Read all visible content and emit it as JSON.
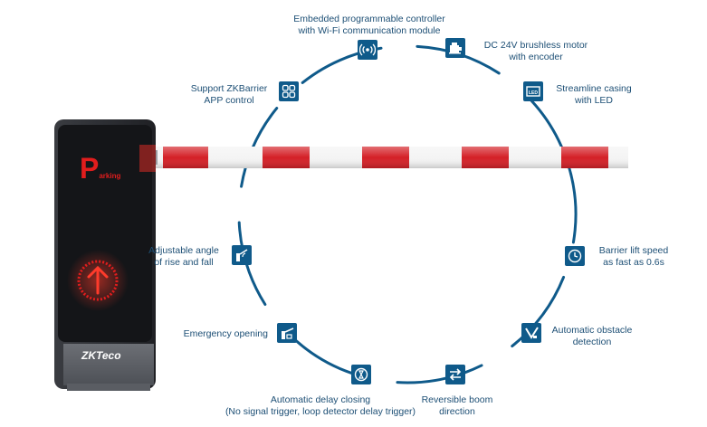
{
  "colors": {
    "ring": "#0f5a8a",
    "icon_bg": "#0f5a8a",
    "label_text": "#1d4f75",
    "boom_red": "#d42027",
    "boom_white": "#f4f4f4",
    "cabinet_dark": "#2b2d31",
    "glow_red": "#e11d1d"
  },
  "cabinet": {
    "parking_letter": "P",
    "parking_word": "arking",
    "brand": "ZKTeco"
  },
  "features": [
    {
      "id": "controller",
      "icon": "wifi-signal-icon",
      "line1": "Embedded programmable controller",
      "line2": "with Wi-Fi communication module"
    },
    {
      "id": "motor",
      "icon": "motor-icon",
      "line1": "DC 24V brushless motor",
      "line2": "with encoder"
    },
    {
      "id": "casing",
      "icon": "led-casing-icon",
      "line1": "Streamline casing",
      "line2": "with LED"
    },
    {
      "id": "speed",
      "icon": "clock-icon",
      "line1": "Barrier lift speed",
      "line2": "as fast as 0.6s"
    },
    {
      "id": "obstacle",
      "icon": "obstacle-detection-icon",
      "line1": "Automatic obstacle",
      "line2": "detection"
    },
    {
      "id": "reversible",
      "icon": "reverse-arrows-icon",
      "line1": "Reversible boom",
      "line2": "direction"
    },
    {
      "id": "delay",
      "icon": "delay-closing-icon",
      "line1": "Automatic delay closing",
      "line2": "(No signal trigger, loop detector delay trigger)"
    },
    {
      "id": "emergency",
      "icon": "emergency-barrier-icon",
      "line1": "Emergency opening",
      "line2": ""
    },
    {
      "id": "angle",
      "icon": "angle-barrier-icon",
      "line1": "Adjustable angle",
      "line2": "of rise and fall"
    },
    {
      "id": "app",
      "icon": "app-grid-icon",
      "line1": "Support ZKBarrier",
      "line2": "APP control"
    }
  ]
}
